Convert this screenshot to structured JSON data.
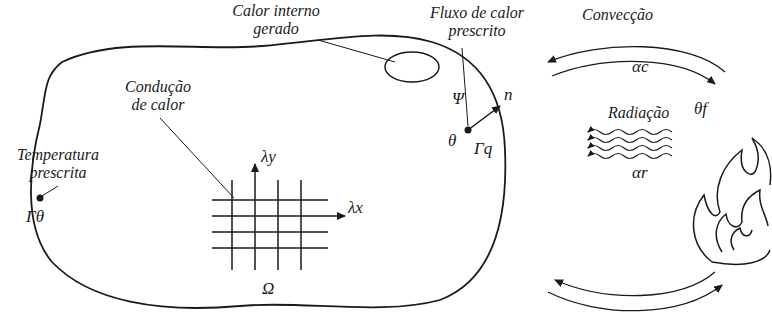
{
  "diagram": {
    "labels": [
      "Calor interno gerado",
      "Fluxo de calor prescrito",
      "Convecção",
      "Condução de calor",
      "Radiação",
      "Temperatura prescrita",
      "λy",
      "λx",
      "Ψ",
      "θ",
      "n",
      "Γq",
      "αc",
      "αr",
      "θf",
      "Γθ",
      "Ω"
    ]
  }
}
